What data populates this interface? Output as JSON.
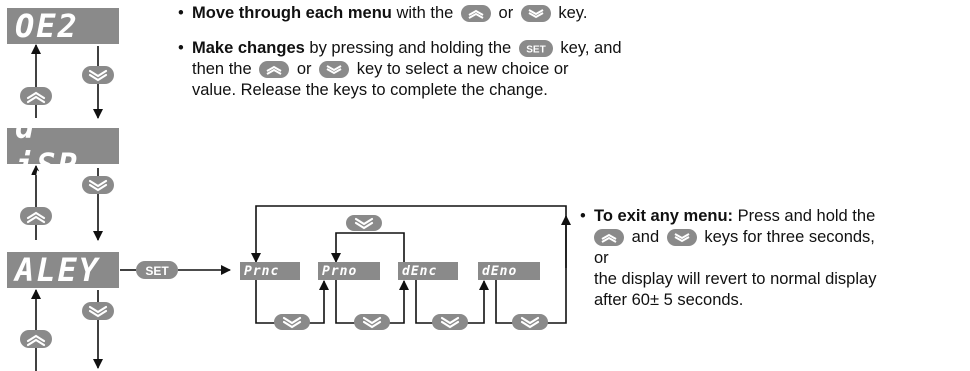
{
  "displays": {
    "ot2": "OE2",
    "disp": "d iSP",
    "alty": "ALEY",
    "prnc": "Prnc",
    "prno": "Prno",
    "denc": "dEnc",
    "deno": "dEno"
  },
  "set_label": "SET",
  "text": {
    "move_bold": "Move through each menu",
    "move_rest_a": "with the",
    "move_or": "or",
    "move_rest_b": "key.",
    "change_bold": "Make changes",
    "change_a": "by pressing and holding the",
    "change_b": "key, and",
    "change_line2_a": "then the",
    "change_line2_or": "or",
    "change_line2_b": "key to select a new choice or",
    "change_line3": "value. Release the keys to complete the change.",
    "exit_bold": "To exit any menu:",
    "exit_a": "Press and hold the",
    "exit_and": "and",
    "exit_b": "keys for three seconds,",
    "exit_or": "or",
    "exit_line4": "the display will revert to normal display",
    "exit_line5": "after 60± 5 seconds."
  },
  "bullet": "•"
}
